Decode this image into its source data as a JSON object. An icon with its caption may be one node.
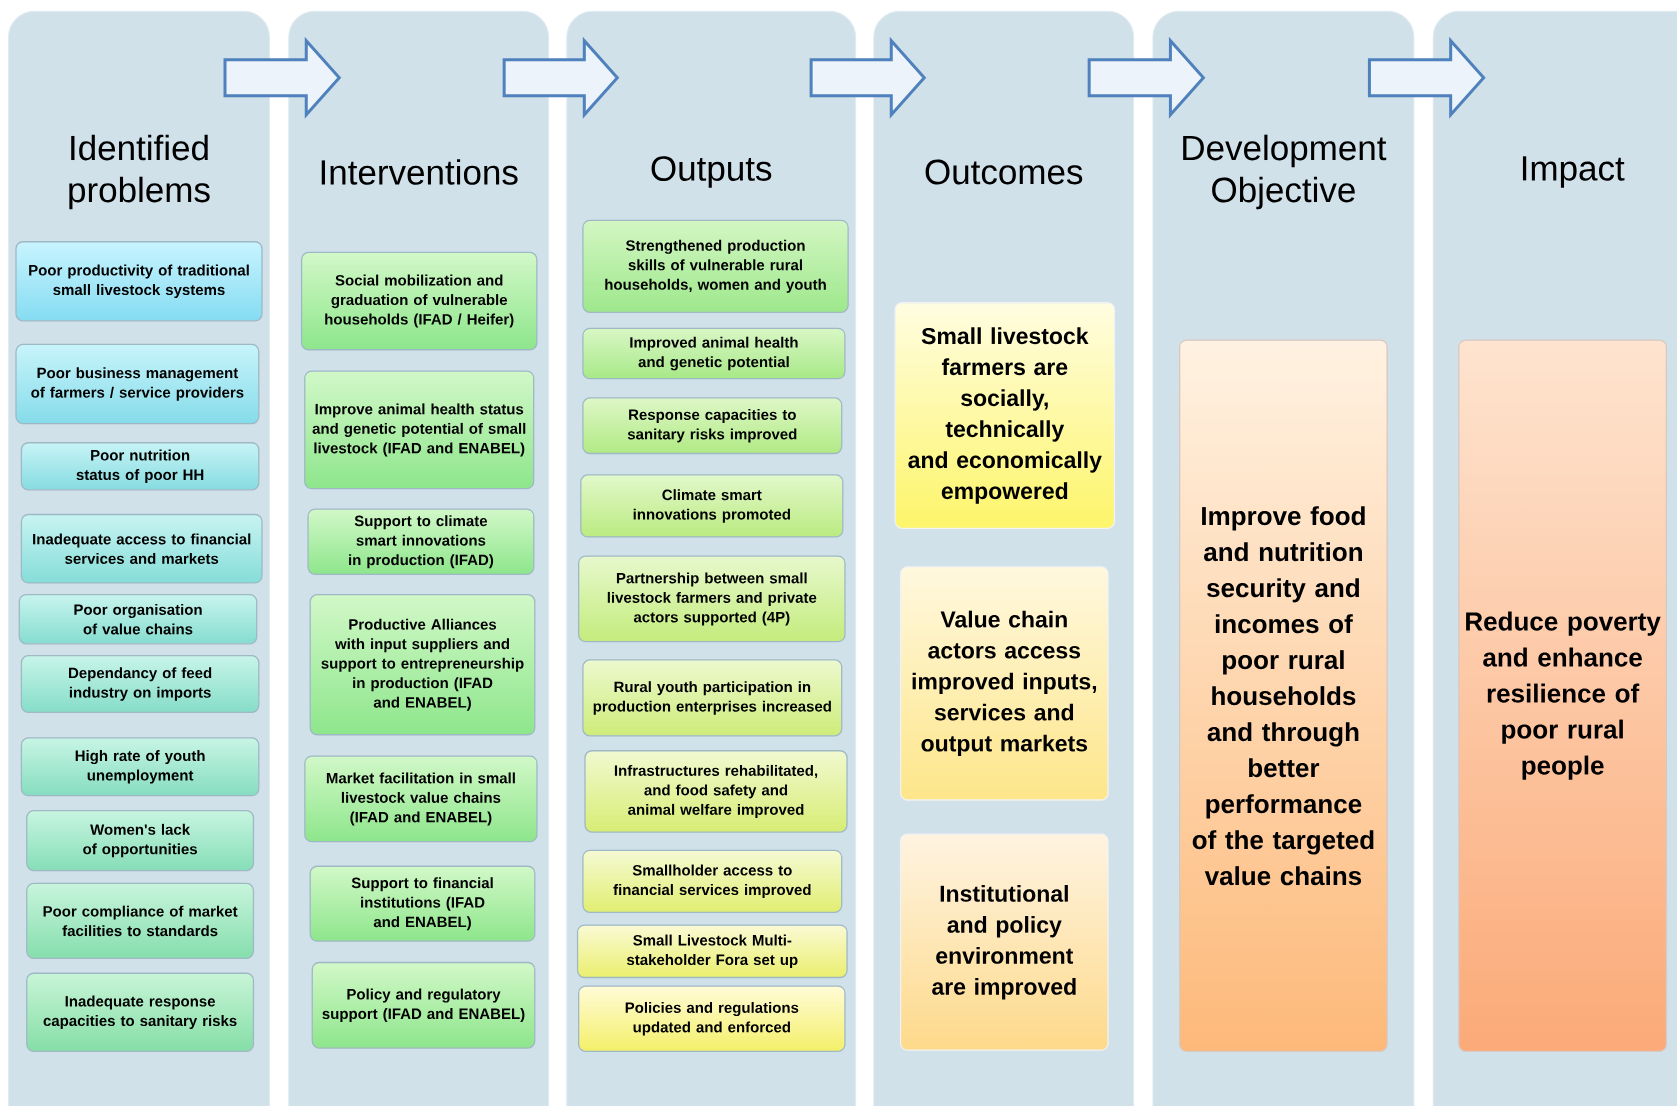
{
  "diagram": {
    "nodes": [
      {
        "text": [
          "Identified problems"
        ]
      },
      {
        "text": [
          "Poor productivity of traditional small livestock systems"
        ],
        "in": 0
      },
      {
        "text": [
          "Poor business management of farmers / service providers"
        ],
        "in": 0
      },
      {
        "text": [
          "Poor nutrition status of poor HH"
        ],
        "in": 0
      },
      {
        "text": [
          "Inadequate access to financial services and markets"
        ],
        "in": 0
      },
      {
        "text": [
          "Poor organisation of value chains"
        ],
        "in": 0
      },
      {
        "text": [
          "Dependancy of feed industry on imports"
        ],
        "in": 0
      },
      {
        "text": [
          "High rate of youth unemployment"
        ],
        "in": 0
      },
      {
        "text": [
          "Women's lack of opportunities"
        ],
        "in": 0
      },
      {
        "text": [
          "Poor compliance of market facilities to standards"
        ],
        "in": 0
      },
      {
        "text": [
          "Inadequate response capacities to sanitary risks"
        ],
        "in": 0
      },
      {
        "text": [
          "Interventions"
        ]
      },
      {
        "text": [
          "Social mobilization and graduation of vulnerable households (IFAD / Heifer)"
        ],
        "in": 11
      },
      {
        "text": [
          "Improve animal health status and genetic potential of small livestock (IFAD and ENABEL)"
        ],
        "in": 11
      },
      {
        "text": [
          "Support to climate smart innovations in production (IFAD)"
        ],
        "in": 11
      },
      {
        "text": [
          "Productive Alliances with input suppliers and support to entrepreneurship in production (IFAD and ENABEL)"
        ],
        "in": 11
      },
      {
        "text": [
          "Market facilitation in small livestock value chains (IFAD and ENABEL)"
        ],
        "in": 11
      },
      {
        "text": [
          "Support to financial institutions (IFAD and ENABEL)"
        ],
        "in": 11
      },
      {
        "text": [
          "Policy and regulatory support (IFAD and ENABEL)"
        ],
        "in": 11
      },
      {
        "text": [
          "Outputs"
        ]
      },
      {
        "text": [
          "Strengthened production skills of vulnerable rural households, women and youth"
        ],
        "in": 19
      },
      {
        "text": [
          "Improved animal health and genetic potential"
        ],
        "in": 19
      },
      {
        "text": [
          "Response capacities to sanitary risks improved"
        ],
        "in": 19
      },
      {
        "text": [
          "Climate smart innovations promoted"
        ],
        "in": 19
      },
      {
        "text": [
          "Partnership between small livestock farmers and private actors supported (4P)"
        ],
        "in": 19
      },
      {
        "text": [
          "Rural youth participation in production enterprises increased"
        ],
        "in": 19
      },
      {
        "text": [
          "Infrastructures rehabilitated, and food safety and animal welfare improved"
        ],
        "in": 19
      },
      {
        "text": [
          "Smallholder access to financial services improved"
        ],
        "in": 19
      },
      {
        "text": [
          "Small Livestock Multi-stakeholder Fora set up"
        ],
        "in": 19
      },
      {
        "text": [
          "Policies and regulations updated and enforced"
        ],
        "in": 19
      },
      {
        "text": [
          "Outcomes"
        ]
      },
      {
        "text": [
          "Small livestock farmers are socially, technically and economically empowered"
        ],
        "in": 30
      },
      {
        "text": [
          "Value chain actors access improved inputs, services and output markets"
        ],
        "in": 30
      },
      {
        "text": [
          "Institutional and policy environment are improved"
        ],
        "in": 30
      },
      {
        "text": [
          "Development Objective"
        ]
      },
      {
        "text": [
          "Improve food and nutrition security and incomes of poor rural households and through better performance of the targeted value chains"
        ],
        "in": 34
      },
      {
        "text": [
          "Impact"
        ]
      },
      {
        "text": [
          "Reduce poverty and enhance resilience of poor rural people"
        ],
        "in": 36
      }
    ],
    "edges": [
      {
        "from": 0,
        "to": 11,
        "arrow": "to"
      },
      {
        "from": 11,
        "to": 19,
        "arrow": "to"
      },
      {
        "from": 19,
        "to": 30,
        "arrow": "to"
      },
      {
        "from": 30,
        "to": 34,
        "arrow": "to"
      },
      {
        "from": 34,
        "to": 36,
        "arrow": "to"
      }
    ]
  }
}
